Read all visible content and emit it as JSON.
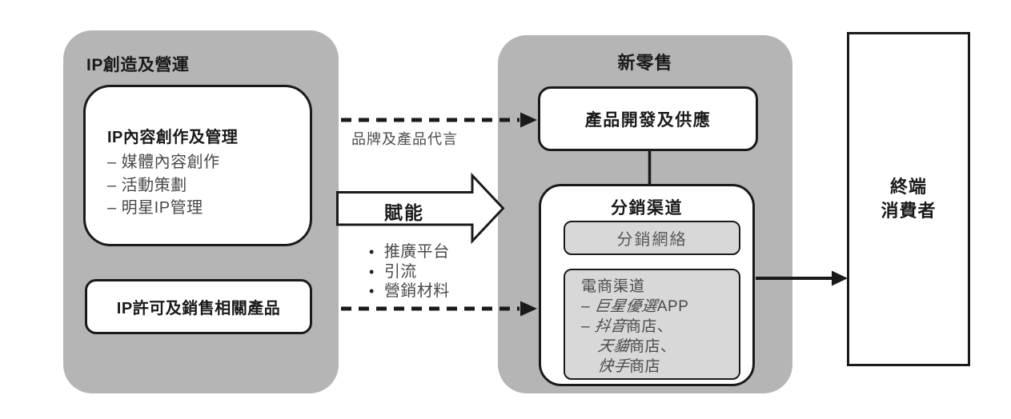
{
  "colors": {
    "outer_gray": "#b5b5b5",
    "inner_gray": "#d8d8d8",
    "line": "#1a1a1a",
    "text_dark": "#1a1a1a",
    "text_gray": "#4a4a4a"
  },
  "ip_creation": {
    "title": "IP創造及營運",
    "content_box": {
      "heading": "IP內容創作及管理",
      "items": [
        "– 媒體內容創作",
        "– 活動策劃",
        "– 明星IP管理"
      ]
    },
    "licensing_box": {
      "label": "IP許可及銷售相關產品"
    }
  },
  "flows": {
    "endorsement_label": "品牌及產品代言",
    "empower_label": "賦能",
    "bullet_char": "•",
    "empower_items": [
      "推廣平台",
      "引流",
      "營銷材料"
    ]
  },
  "new_retail": {
    "title": "新零售",
    "product_box": {
      "label": "產品開發及供應"
    },
    "distribution_box": {
      "title": "分銷渠道",
      "network_box": {
        "label": "分銷網絡"
      },
      "ecommerce_box": {
        "heading": "電商渠道",
        "items": [
          {
            "indent": false,
            "segments": [
              {
                "t": "– ",
                "i": false
              },
              {
                "t": "巨星優選",
                "i": true
              },
              {
                "t": "APP",
                "i": false
              }
            ]
          },
          {
            "indent": false,
            "segments": [
              {
                "t": "– ",
                "i": false
              },
              {
                "t": "抖音",
                "i": true
              },
              {
                "t": "商店、",
                "i": false
              }
            ]
          },
          {
            "indent": true,
            "segments": [
              {
                "t": "天貓",
                "i": true
              },
              {
                "t": "商店、",
                "i": false
              }
            ]
          },
          {
            "indent": true,
            "segments": [
              {
                "t": "快手",
                "i": true
              },
              {
                "t": "商店",
                "i": false
              }
            ]
          }
        ]
      }
    }
  },
  "consumer_box": {
    "lines": [
      "終端",
      "消費者"
    ]
  }
}
